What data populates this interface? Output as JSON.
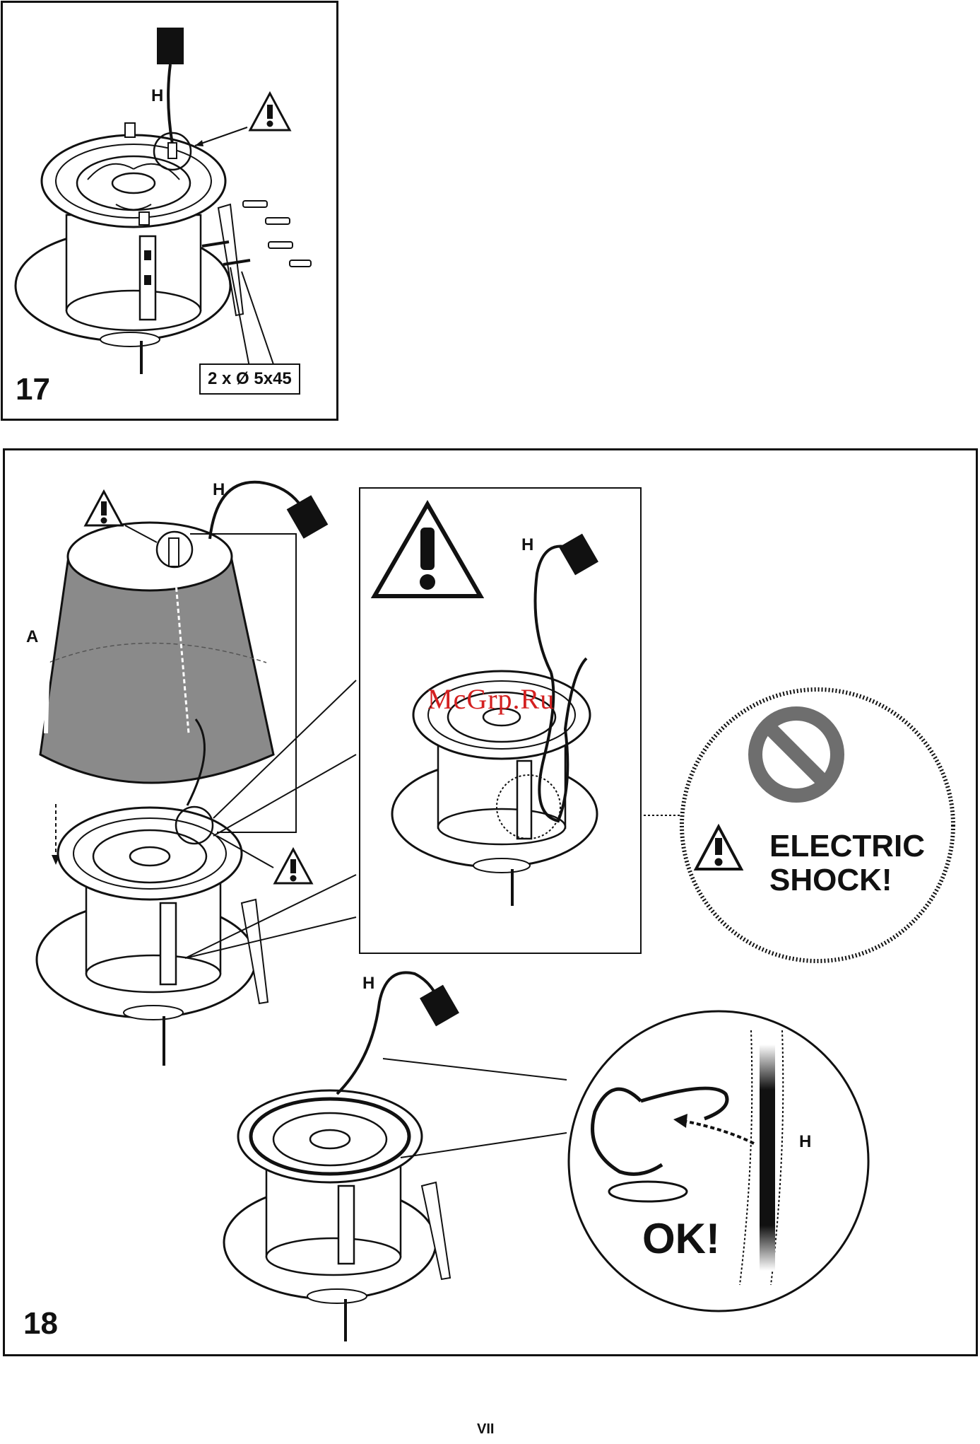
{
  "steps": [
    {
      "number": "17",
      "labels": {
        "cable": "H"
      },
      "dimension": "2 x Ø 5x45"
    },
    {
      "number": "18",
      "labels": {
        "shade": "A",
        "cable_main": "H",
        "cable_inset": "H",
        "cable_bottom": "H",
        "cable_zoom": "H"
      },
      "warning_text": "ELECTRIC SHOCK!",
      "warning_line1": "ELECTRIC",
      "warning_line2": "SHOCK!",
      "ok_text": "OK!"
    }
  ],
  "watermark": "McGrp.Ru",
  "page_number": "VII",
  "colors": {
    "ink": "#111111",
    "shade_fill": "#8a8a8a",
    "prohibit": "#6e6e6e",
    "watermark": "#d42020"
  }
}
